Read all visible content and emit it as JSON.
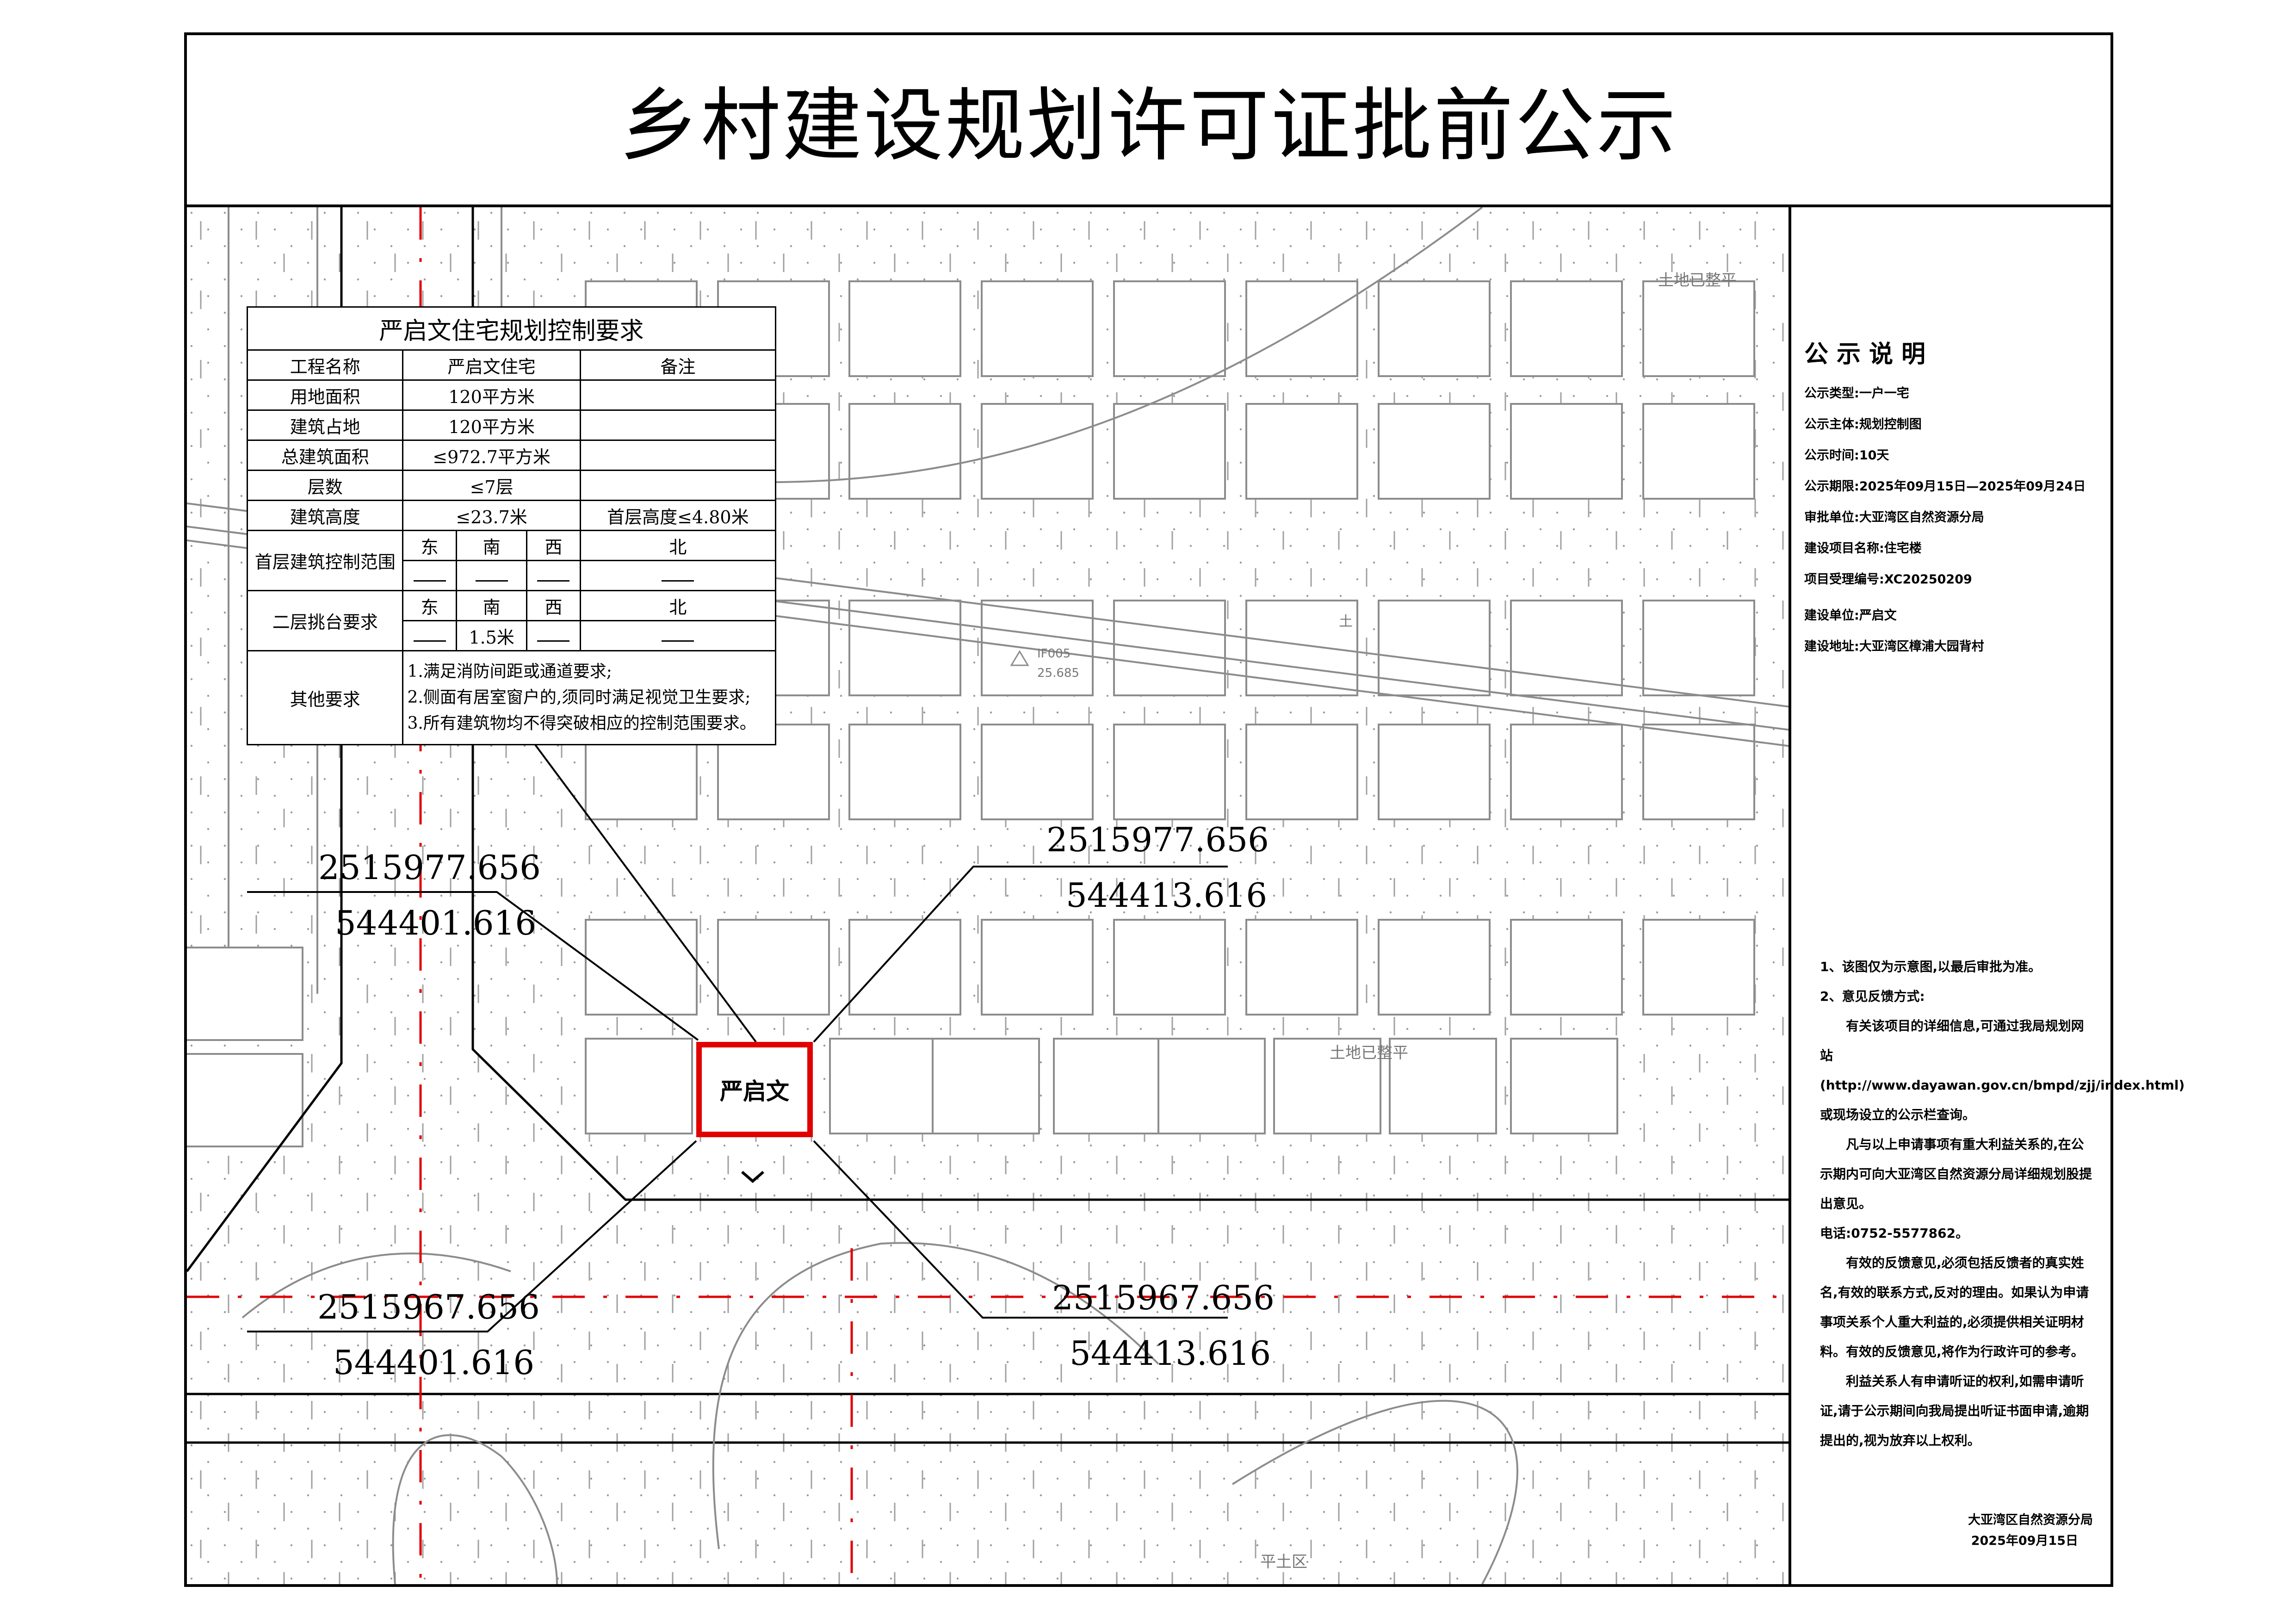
{
  "title": "乡村建设规划许可证批前公示",
  "control_table": {
    "caption": "严启文住宅规划控制要求",
    "rows": {
      "project_name_label": "工程名称",
      "project_name_value": "严启文住宅",
      "remark_label": "备注",
      "land_area_label": "用地面积",
      "land_area_value": "120平方米",
      "footprint_label": "建筑占地",
      "footprint_value": "120平方米",
      "gross_area_label": "总建筑面积",
      "gross_area_value": "≤972.7平方米",
      "floors_label": "层数",
      "floors_value": "≤7层",
      "height_label": "建筑高度",
      "height_value": "≤23.7米",
      "first_floor_height": "首层高度≤4.80米",
      "first_floor_range_label": "首层建筑控制范围",
      "second_floor_label": "二层挑台要求",
      "second_floor_south_value": "1.5米",
      "other_label": "其他要求",
      "other_items": [
        "1.满足消防间距或通道要求;",
        "2.侧面有居室窗户的,须同时满足视觉卫生要求;",
        "3.所有建筑物均不得突破相应的控制范围要求。"
      ]
    },
    "directions": [
      "东",
      "南",
      "西",
      "北"
    ]
  },
  "map": {
    "parcel_name": "严启文",
    "coords": {
      "nw_n": "2515977.656",
      "nw_e": "544401.616",
      "ne_n": "2515977.656",
      "ne_e": "544413.616",
      "sw_n": "2515967.656",
      "sw_e": "544401.616",
      "se_n": "2515967.656",
      "se_e": "544413.616"
    },
    "labels": {
      "top_right": "土地已整平",
      "mid": "土地已整平",
      "bottom": "平土区",
      "survey_point_id": "IF005",
      "survey_point_elev": "25.685",
      "tu_mark": "土"
    },
    "colors": {
      "axis_red": "#e00000",
      "building_grey": "#8c8c8c",
      "parcel_red": "#e00000"
    }
  },
  "sidebar": {
    "title": "公示说明",
    "items": [
      {
        "label": "公示类型:",
        "value": "一户一宅"
      },
      {
        "label": "公示主体:",
        "value": "规划控制图"
      },
      {
        "label": "公示时间:",
        "value": "10天"
      },
      {
        "label": "公示期限:",
        "value": "2025年09月15日—2025年09月24日"
      },
      {
        "label": "审批单位:",
        "value": "大亚湾区自然资源分局"
      },
      {
        "label": "建设项目名称:",
        "value": "住宅楼"
      },
      {
        "label": "项目受理编号:",
        "value": "XC20250209"
      },
      {
        "label": "建设单位:",
        "value": "严启文"
      },
      {
        "label": "建设地址:",
        "value": "大亚湾区樟浦大园背村"
      }
    ],
    "notes": [
      "1、该图仅为示意图,以最后审批为准。",
      "2、意见反馈方式:",
      "有关该项目的详细信息,可通过我局规划网站(http://www.dayawan.gov.cn/bmpd/zjj/index.html)或现场设立的公示栏查询。",
      "凡与以上申请事项有重大利益关系的,在公示期内可向大亚湾区自然资源分局详细规划股提出意见。",
      "电话:0752-5577862。",
      "有效的反馈意见,必须包括反馈者的真实姓名,有效的联系方式,反对的理由。如果认为申请事项关系个人重大利益的,必须提供相关证明材料。有效的反馈意见,将作为行政许可的参考。",
      "利益关系人有申请听证的权利,如需申请听证,请于公示期间向我局提出听证书面申请,逾期提出的,视为放弃以上权利。"
    ],
    "signature_org": "大亚湾区自然资源分局",
    "signature_date": "2025年09月15日"
  }
}
